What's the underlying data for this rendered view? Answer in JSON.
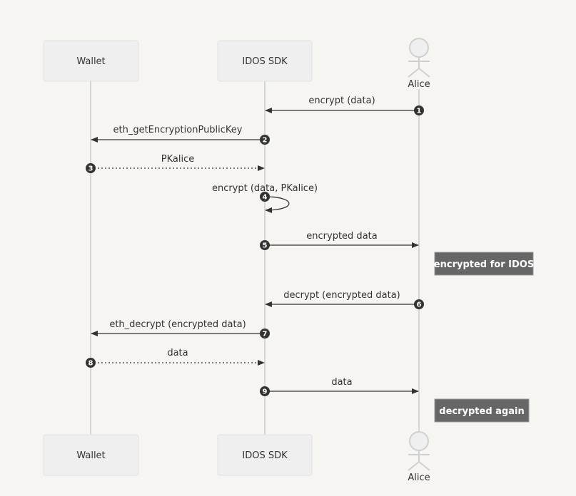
{
  "participants": [
    {
      "id": "wallet",
      "label": "Wallet",
      "kind": "box"
    },
    {
      "id": "sdk",
      "label": "IDOS SDK",
      "kind": "box"
    },
    {
      "id": "alice",
      "label": "Alice",
      "kind": "actor"
    }
  ],
  "messages": [
    {
      "num": "1",
      "from": "alice",
      "to": "sdk",
      "label": "encrypt (data)",
      "style": "solid"
    },
    {
      "num": "2",
      "from": "sdk",
      "to": "wallet",
      "label": "eth_getEncryptionPublicKey",
      "style": "solid"
    },
    {
      "num": "3",
      "from": "wallet",
      "to": "sdk",
      "label": "PKalice",
      "style": "dotted"
    },
    {
      "num": "4",
      "from": "sdk",
      "to": "sdk",
      "label": "encrypt (data, PKalice)",
      "style": "self"
    },
    {
      "num": "5",
      "from": "sdk",
      "to": "alice",
      "label": "encrypted data",
      "style": "solid"
    },
    {
      "num": "6",
      "from": "alice",
      "to": "sdk",
      "label": "decrypt (encrypted data)",
      "style": "solid"
    },
    {
      "num": "7",
      "from": "sdk",
      "to": "wallet",
      "label": "eth_decrypt (encrypted data)",
      "style": "solid"
    },
    {
      "num": "8",
      "from": "wallet",
      "to": "sdk",
      "label": "data",
      "style": "dotted"
    },
    {
      "num": "9",
      "from": "sdk",
      "to": "alice",
      "label": "data",
      "style": "solid"
    }
  ],
  "notes": [
    {
      "text": "encrypted for IDOS"
    },
    {
      "text": "decrypted again"
    }
  ]
}
